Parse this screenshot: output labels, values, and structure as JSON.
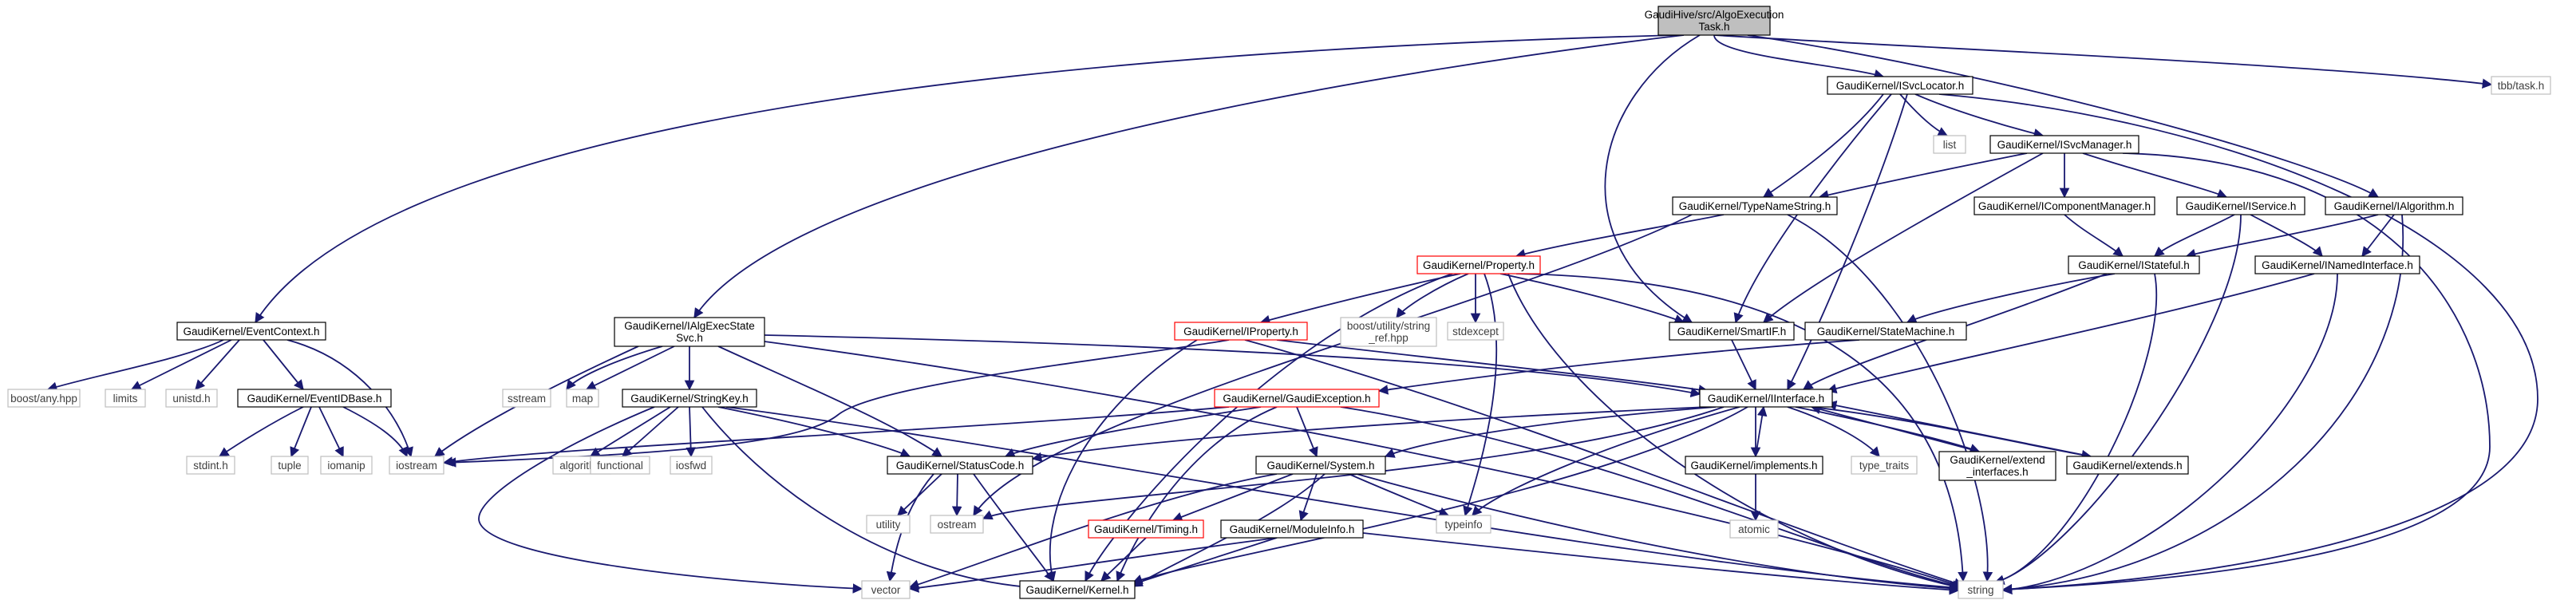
{
  "colors": {
    "edge": "#191970",
    "root_fill": "#bfbfbf",
    "box_border": "#000000",
    "system_border": "#bfbfbf",
    "incomplete_border": "#ff0000",
    "text": "#000000"
  },
  "nodes": {
    "root": {
      "line1": "GaudiHive/src/AlgoExecution",
      "line2": "Task.h"
    },
    "isvclocator": "GaudiKernel/ISvcLocator.h",
    "tbbtask": "tbb/task.h",
    "list": "list",
    "isvcmanager": "GaudiKernel/ISvcManager.h",
    "ialgorithm": "GaudiKernel/IAlgorithm.h",
    "typenamestring": "GaudiKernel/TypeNameString.h",
    "icomponentmanager": "GaudiKernel/IComponentManager.h",
    "iservice": "GaudiKernel/IService.h",
    "property": "GaudiKernel/Property.h",
    "istateful": "GaudiKernel/IStateful.h",
    "inamedinterface": "GaudiKernel/INamedInterface.h",
    "eventcontext": "GaudiKernel/EventContext.h",
    "ialgexecstatesvc": {
      "line1": "GaudiKernel/IAlgExecState",
      "line2": "Svc.h"
    },
    "iproperty": "GaudiKernel/IProperty.h",
    "boostref": {
      "line1": "boost/utility/string",
      "line2": "_ref.hpp"
    },
    "stdexcept": "stdexcept",
    "smartif": "GaudiKernel/SmartIF.h",
    "statemachine": "GaudiKernel/StateMachine.h",
    "boostany": "boost/any.hpp",
    "limits": "limits",
    "unistd": "unistd.h",
    "eventidbase": "GaudiKernel/EventIDBase.h",
    "sstream": "sstream",
    "map": "map",
    "stringkey": "GaudiKernel/StringKey.h",
    "gaudiexception": "GaudiKernel/GaudiException.h",
    "iinterface": "GaudiKernel/IInterface.h",
    "stdint": "stdint.h",
    "tuple": "tuple",
    "iomanip": "iomanip",
    "iostream": "iostream",
    "algorithm": "algorithm",
    "functional": "functional",
    "iosfwd": "iosfwd",
    "statuscode": "GaudiKernel/StatusCode.h",
    "system": "GaudiKernel/System.h",
    "implements": "GaudiKernel/implements.h",
    "typetraits": "type_traits",
    "extendinterfaces": {
      "line1": "GaudiKernel/extend",
      "line2": "_interfaces.h"
    },
    "extends": "GaudiKernel/extends.h",
    "utility": "utility",
    "ostream": "ostream",
    "typeinfo": "typeinfo",
    "timing": "GaudiKernel/Timing.h",
    "moduleinfo": "GaudiKernel/ModuleInfo.h",
    "atomic": "atomic",
    "vector": "vector",
    "kernel": "GaudiKernel/Kernel.h",
    "string": "string"
  }
}
